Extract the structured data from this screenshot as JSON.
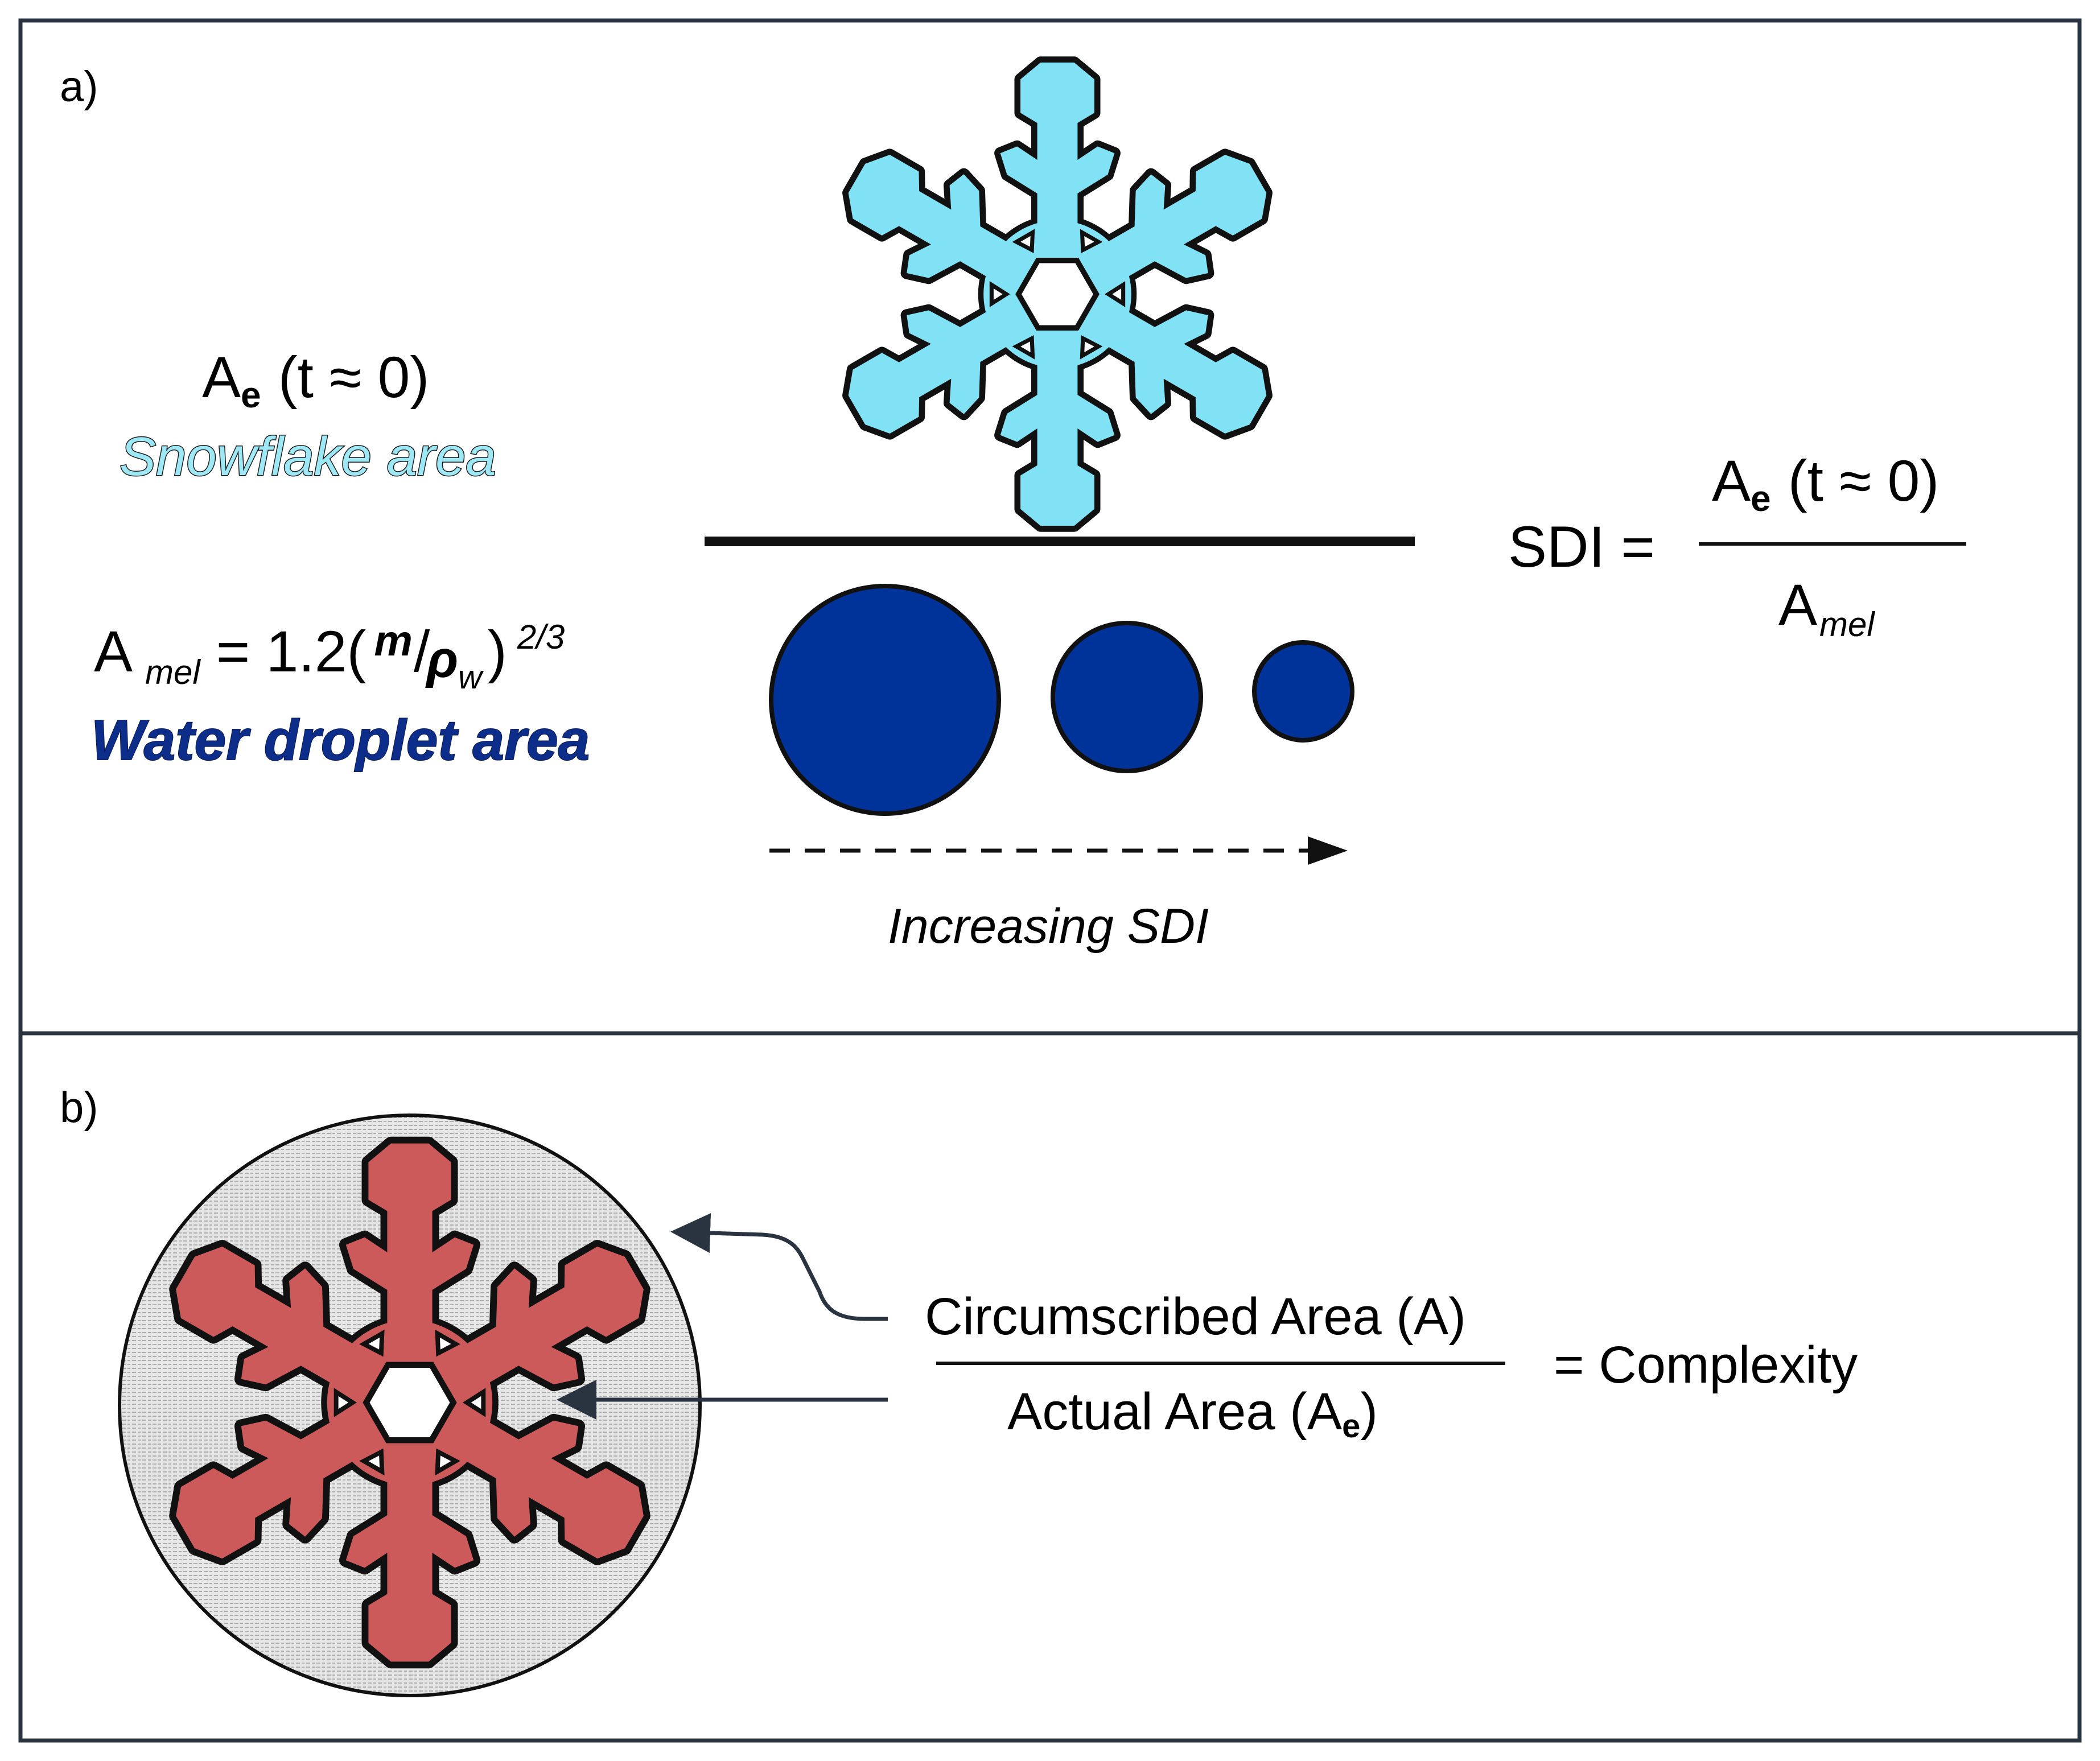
{
  "panel_a": {
    "label": "a)",
    "snowflake_formula": {
      "base": "A",
      "sub": "e",
      "rest": "(t ≈ 0)"
    },
    "snowflake_caption": "Snowflake area",
    "droplet_formula": {
      "base": "A",
      "sub": "mel",
      "eq": "= 1.2(",
      "m": "m",
      "slash": "/",
      "rho": "ρ",
      "rho_sub": "w",
      "close": ")",
      "exp": "2/3"
    },
    "droplet_caption": "Water droplet area",
    "arrow_label": "Increasing SDI",
    "sdi": {
      "lhs": "SDI =",
      "num": {
        "base": "A",
        "sub": "e",
        "rest": "(t ≈ 0)"
      },
      "den": {
        "base": "A",
        "sub": "mel"
      }
    }
  },
  "panel_b": {
    "label": "b)",
    "numerator": "Circumscribed Area  (A)",
    "denominator": {
      "text": "Actual Area  (A",
      "sub": "e",
      "close": ")"
    },
    "result": "=  Complexity"
  },
  "colors": {
    "snowflake_fill": "#82e2f5",
    "snowflake_caption": "#9ee8f5",
    "droplet_fill": "#00339a",
    "droplet_caption": "#0d2d8a",
    "complexity_flake": "#cd5a5a",
    "circumscribed_fill": "#e6e6e6",
    "frame": "#2a3340"
  }
}
